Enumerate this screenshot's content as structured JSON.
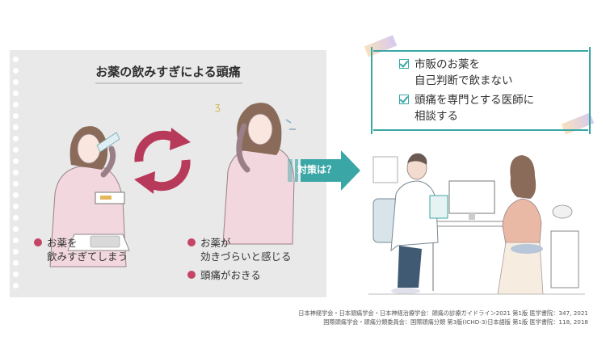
{
  "problem_panel": {
    "title": "お薬の飲みすぎによる頭痛",
    "left_bullets": [
      {
        "line1": "お薬を",
        "line2": "飲みすぎてしまう"
      }
    ],
    "right_bullets": [
      {
        "line1": "お薬が",
        "line2": "効きづらいと感じる"
      },
      {
        "line1": "頭痛がおきる",
        "line2": ""
      }
    ],
    "bullet_color": "#c44466",
    "cycle_arrow_color": "#b83a5a",
    "icons": [
      "cycle-arrows-icon",
      "pill-box-icon",
      "drinking-woman-illustration",
      "headache-woman-illustration"
    ]
  },
  "transition": {
    "label": "対策は？",
    "color": "#3aa7a6",
    "icon": "right-arrow-icon"
  },
  "advice": {
    "items": [
      {
        "line1": "市販のお薬を",
        "line2": "自己判断で飲まない"
      },
      {
        "line1": "頭痛を専門とする医師に",
        "line2": "相談する"
      }
    ],
    "accent": "#3aa7a6",
    "icon": "checkbox-icon"
  },
  "doctor_scene": {
    "icons": [
      "doctor-illustration",
      "patient-illustration",
      "monitor-icon",
      "desk-icon"
    ]
  },
  "citation": {
    "line1": "日本神経学会・日本頭痛学会・日本神経治療学会：頭痛の診療ガイドライン2021 第1版 医学書院：347, 2021",
    "line2": "国際頭痛学会・頭痛分類委員会：国際頭痛分類 第3版(ICHD-3)日本語版 第1版 医学書院：118, 2018"
  }
}
